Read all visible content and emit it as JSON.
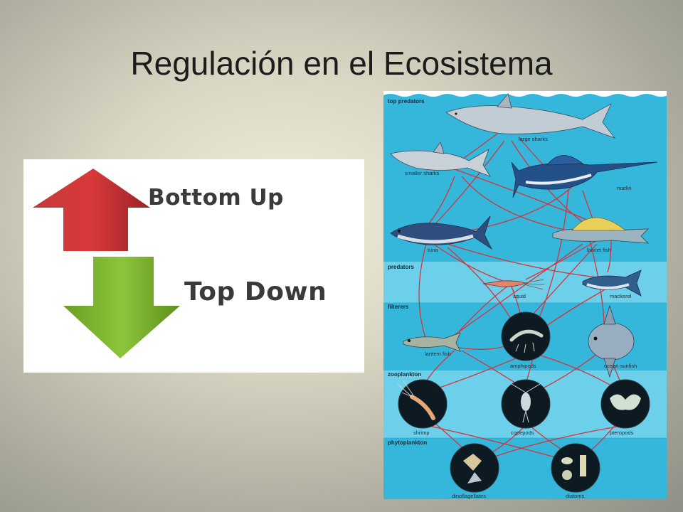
{
  "slide": {
    "title": "Regulación en el Ecosistema"
  },
  "arrows": {
    "up_label": "Bottom Up",
    "down_label": "Top Down",
    "up_color": "#c4292c",
    "down_color": "#7cb528"
  },
  "food_web": {
    "levels": {
      "top_predators": "top predators",
      "predators": "predators",
      "filterers": "filterers",
      "zooplankton": "zooplankton",
      "phytoplankton": "phytoplankton"
    },
    "organisms": {
      "large_sharks": "large sharks",
      "smaller_sharks": "smaller sharks",
      "marlin": "marlin",
      "tuna": "tuna",
      "lancet_fish": "lancet fish",
      "squid": "squid",
      "mackerel": "mackerel",
      "lantern_fish": "lantern fish",
      "amphipods": "amphipods",
      "ocean_sunfish": "ocean sunfish",
      "shrimp": "shrimp",
      "copepods": "copepods",
      "pteropods": "pteropods",
      "dinoflagellates": "dinoflagellates",
      "diatoms": "diatoms"
    },
    "colors": {
      "water": "#35b7dc",
      "band": "#6cd0ea",
      "link": "#d8323a"
    }
  }
}
